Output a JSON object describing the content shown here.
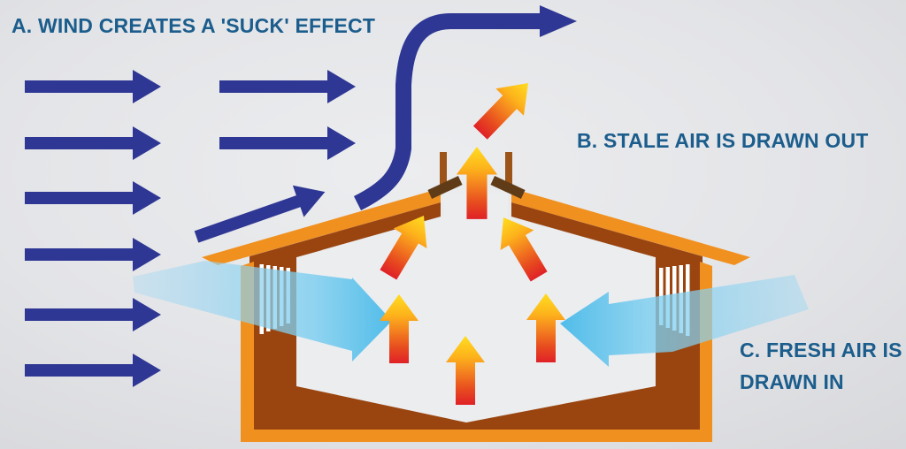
{
  "diagram": {
    "labels": {
      "a": "A. WIND CREATES A 'SUCK' EFFECT",
      "b": "B. STALE AIR IS DRAWN OUT",
      "c_line1": "C. FRESH AIR IS",
      "c_line2": "DRAWN IN"
    },
    "counts": {
      "wind_arrows_left_column": 6,
      "wind_arrows_second_column": 2,
      "stale_air_arrows": 7,
      "fresh_air_streams": 2
    },
    "colors": {
      "background": "#e4e5e8",
      "label_text": "#1b5d8c",
      "wind_arrow_blue": "#2e3794",
      "fresh_air_blue": "#4cb9e8",
      "house_frame_orange": "#f0901f",
      "house_wall_brown": "#9a4510",
      "vent_post_brown": "#9c5418",
      "vent_flap_dark_brown": "#5f3c17",
      "louver_white": "#ffffff",
      "interior_light": "#ecedef",
      "hot_air_yellow": "#ffdd21",
      "hot_air_orange": "#f4831f",
      "hot_air_red": "#e02127"
    }
  }
}
